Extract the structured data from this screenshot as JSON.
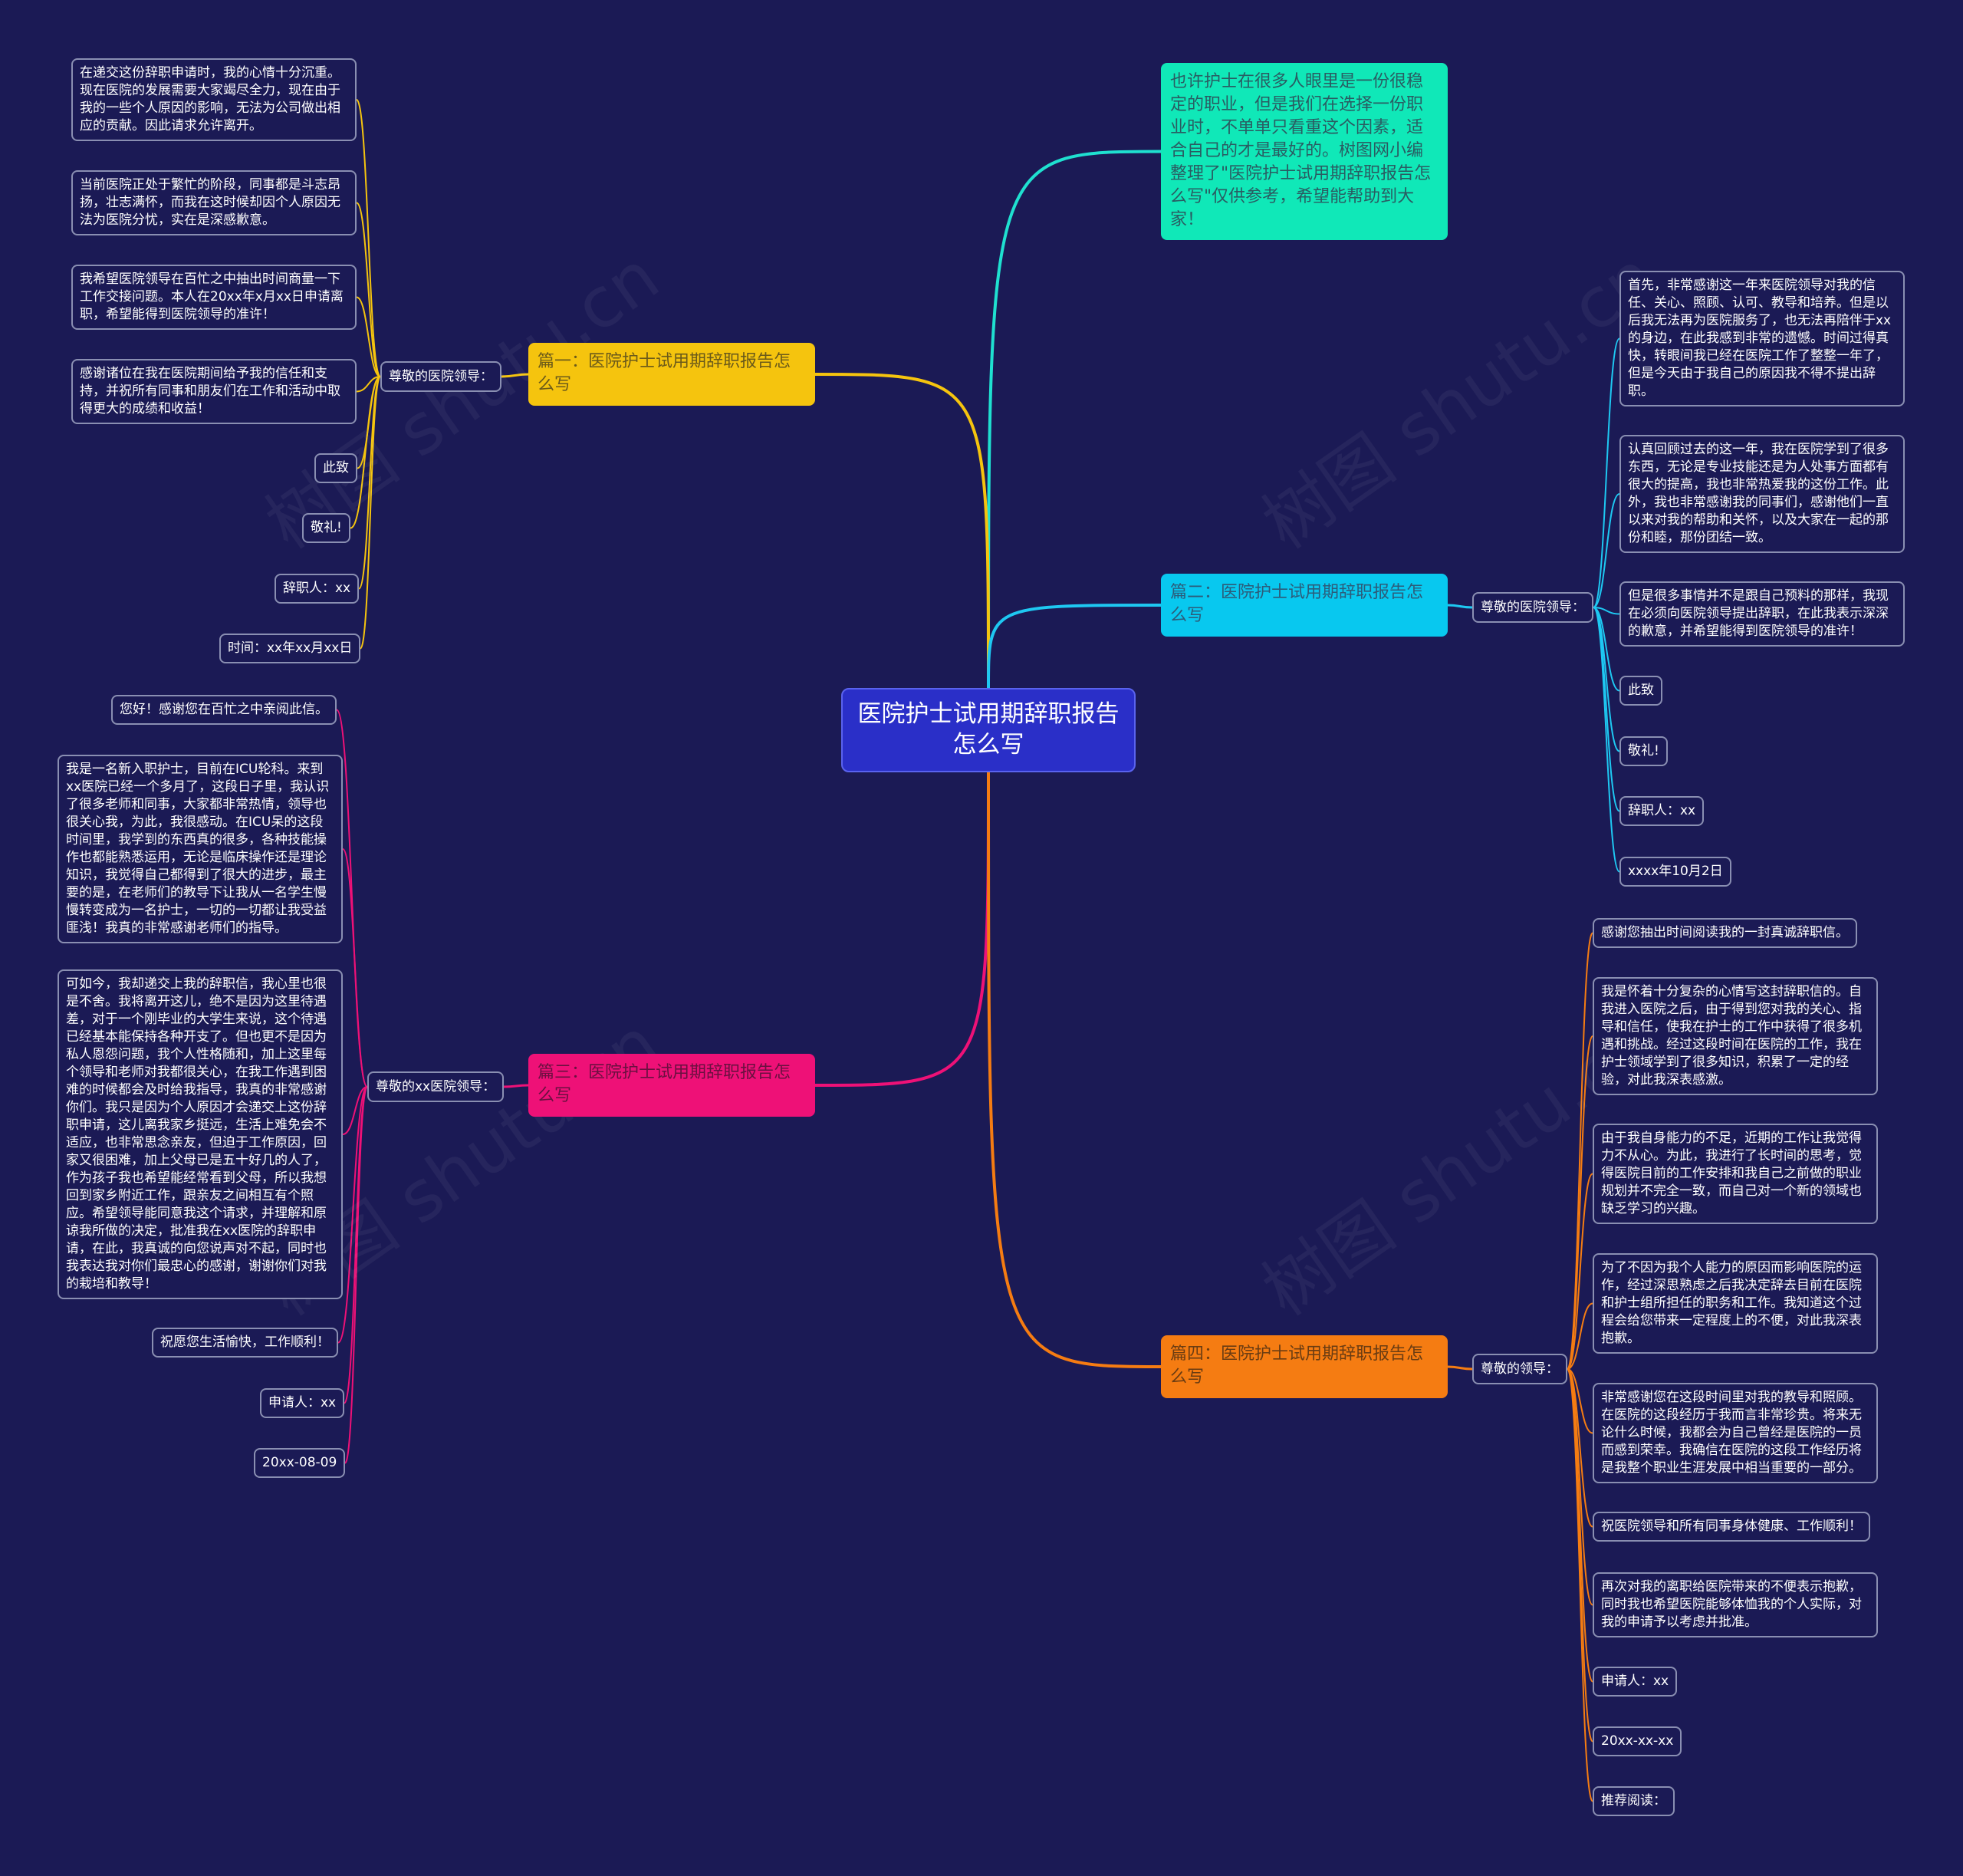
{
  "root": {
    "title": "医院护士试用期辞职报告怎么写"
  },
  "intro": {
    "text": "也许护士在很多人眼里是一份很稳定的职业，但是我们在选择一份职业时，不单单只看重这个因素，适合自己的才是最好的。树图网小编整理了\"医院护士试用期辞职报告怎么写\"仅供参考，希望能帮助到大家！"
  },
  "colors": {
    "background": "#1b1a55",
    "root": "#2a2fc8",
    "branch1": "#f5c40e",
    "branch2": "#08c8ef",
    "branch3": "#ee1177",
    "branch4": "#f57c12",
    "intro": "#10e8b8"
  },
  "branch1": {
    "title": "篇一：医院护士试用期辞职报告怎么写",
    "greeting": "尊敬的医院领导：",
    "items": [
      "在递交这份辞职申请时，我的心情十分沉重。现在医院的发展需要大家竭尽全力，现在由于我的一些个人原因的影响，无法为公司做出相应的贡献。因此请求允许离开。",
      "当前医院正处于繁忙的阶段，同事都是斗志昂扬，壮志满怀，而我在这时候却因个人原因无法为医院分忧，实在是深感歉意。",
      "我希望医院领导在百忙之中抽出时间商量一下工作交接问题。本人在20xx年x月xx日申请离职，希望能得到医院领导的准许！",
      "感谢诸位在我在医院期间给予我的信任和支持，并祝所有同事和朋友们在工作和活动中取得更大的成绩和收益！",
      "此致",
      "敬礼!",
      "辞职人：xx",
      "时间：xx年xx月xx日"
    ]
  },
  "branch2": {
    "title": "篇二：医院护士试用期辞职报告怎么写",
    "greeting": "尊敬的医院领导：",
    "items": [
      "首先，非常感谢这一年来医院领导对我的信任、关心、照顾、认可、教导和培养。但是以后我无法再为医院服务了，也无法再陪伴于xx的身边，在此我感到非常的遗憾。时间过得真快，转眼间我已经在医院工作了整整一年了，但是今天由于我自己的原因我不得不提出辞职。",
      "认真回顾过去的这一年，我在医院学到了很多东西，无论是专业技能还是为人处事方面都有很大的提高，我也非常热爱我的这份工作。此外，我也非常感谢我的同事们，感谢他们一直以来对我的帮助和关怀，以及大家在一起的那份和睦，那份团结一致。",
      "但是很多事情并不是跟自己预料的那样，我现在必须向医院领导提出辞职，在此我表示深深的歉意，并希望能得到医院领导的准许！",
      "此致",
      "敬礼!",
      "辞职人：xx",
      "xxxx年10月2日"
    ]
  },
  "branch3": {
    "title": "篇三：医院护士试用期辞职报告怎么写",
    "greeting": "尊敬的xx医院领导：",
    "items": [
      "您好！感谢您在百忙之中亲阅此信。",
      "我是一名新入职护士，目前在ICU轮科。来到xx医院已经一个多月了，这段日子里，我认识了很多老师和同事，大家都非常热情，领导也很关心我，为此，我很感动。在ICU呆的这段时间里，我学到的东西真的很多，各种技能操作也都能熟悉运用，无论是临床操作还是理论知识，我觉得自己都得到了很大的进步，最主要的是，在老师们的教导下让我从一名学生慢慢转变成为一名护士，一切的一切都让我受益匪浅！我真的非常感谢老师们的指导。",
      "可如今，我却递交上我的辞职信，我心里也很是不舍。我将离开这儿，绝不是因为这里待遇差，对于一个刚毕业的大学生来说，这个待遇已经基本能保持各种开支了。但也更不是因为私人恩怨问题，我个人性格随和，加上这里每个领导和老师对我都很关心，在我工作遇到困难的时候都会及时给我指导，我真的非常感谢你们。我只是因为个人原因才会递交上这份辞职申请，这儿离我家乡挺远，生活上难免会不适应，也非常思念亲友，但迫于工作原因，回家又很困难，加上父母已是五十好几的人了，作为孩子我也希望能经常看到父母，所以我想回到家乡附近工作，跟亲友之间相互有个照应。希望领导能同意我这个请求，并理解和原谅我所做的决定，批准我在xx医院的辞职申请，在此，我真诚的向您说声对不起，同时也我表达我对你们最忠心的感谢，谢谢你们对我的栽培和教导！",
      "祝愿您生活愉快，工作顺利！",
      "申请人：xx",
      "20xx-08-09"
    ]
  },
  "branch4": {
    "title": "篇四：医院护士试用期辞职报告怎么写",
    "greeting": "尊敬的领导：",
    "items": [
      "感谢您抽出时间阅读我的一封真诚辞职信。",
      "我是怀着十分复杂的心情写这封辞职信的。自我进入医院之后，由于得到您对我的关心、指导和信任，使我在护士的工作中获得了很多机遇和挑战。经过这段时间在医院的工作，我在护士领域学到了很多知识，积累了一定的经验，对此我深表感激。",
      "由于我自身能力的不足，近期的工作让我觉得力不从心。为此，我进行了长时间的思考，觉得医院目前的工作安排和我自己之前做的职业规划并不完全一致，而自己对一个新的领域也缺乏学习的兴趣。",
      "为了不因为我个人能力的原因而影响医院的运作，经过深思熟虑之后我决定辞去目前在医院和护士组所担任的职务和工作。我知道这个过程会给您带来一定程度上的不便，对此我深表抱歉。",
      "非常感谢您在这段时间里对我的教导和照顾。在医院的这段经历于我而言非常珍贵。将来无论什么时候，我都会为自己曾经是医院的一员而感到荣幸。我确信在医院的这段工作经历将是我整个职业生涯发展中相当重要的一部分。",
      "祝医院领导和所有同事身体健康、工作顺利！",
      "再次对我的离职给医院带来的不便表示抱歉，同时我也希望医院能够体恤我的个人实际，对我的申请予以考虑并批准。",
      "申请人：xx",
      "20xx-xx-xx",
      "推荐阅读："
    ]
  },
  "watermark": "树图 shutu.cn"
}
